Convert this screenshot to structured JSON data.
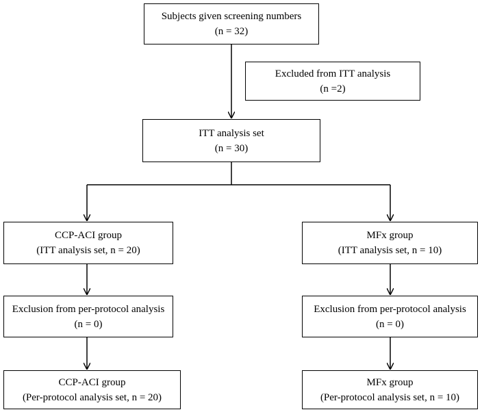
{
  "flowchart": {
    "screening": {
      "title": "Subjects given screening numbers",
      "count": "(n = 32)"
    },
    "excluded_itt": {
      "title": "Excluded from ITT analysis",
      "count": "(n =2)"
    },
    "itt_set": {
      "title": "ITT analysis set",
      "count": "(n = 30)"
    },
    "left_branch": {
      "group": {
        "title": "CCP-ACI group",
        "count": "(ITT analysis set, n = 20)"
      },
      "exclusion": {
        "title": "Exclusion from per-protocol analysis",
        "count": "(n = 0)"
      },
      "per_protocol": {
        "title": "CCP-ACI group",
        "count": "(Per-protocol analysis set, n = 20)"
      }
    },
    "right_branch": {
      "group": {
        "title": "MFx group",
        "count": "(ITT analysis set, n = 10)"
      },
      "exclusion": {
        "title": "Exclusion from per-protocol analysis",
        "count": "(n = 0)"
      },
      "per_protocol": {
        "title": "MFx group",
        "count": "(Per-protocol analysis set, n = 10)"
      }
    }
  }
}
